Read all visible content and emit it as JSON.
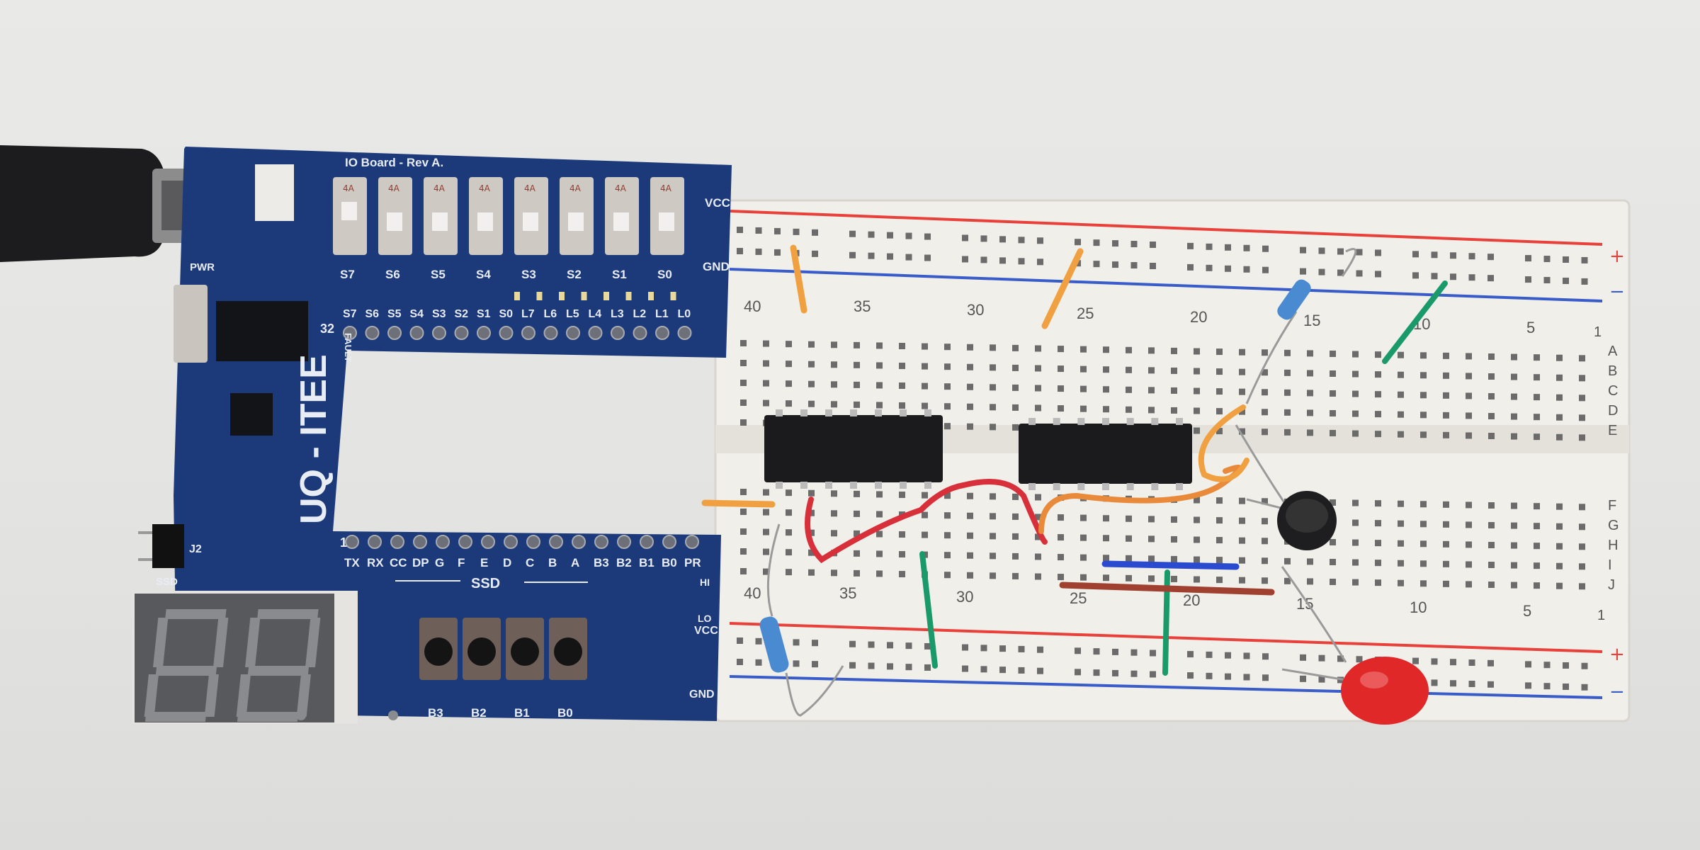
{
  "io_board": {
    "title": "IO Board - Rev A.",
    "brand": "UQ - ITEE",
    "switch_marking": "4A",
    "switch_labels": [
      "S7",
      "S6",
      "S5",
      "S4",
      "S3",
      "S2",
      "S1",
      "S0"
    ],
    "header_top": [
      "S7",
      "S6",
      "S5",
      "S4",
      "S3",
      "S2",
      "S1",
      "S0",
      "L7",
      "L6",
      "L5",
      "L4",
      "L3",
      "L2",
      "L1",
      "L0"
    ],
    "header_bottom": [
      "TX",
      "RX",
      "CC",
      "DP",
      "G",
      "F",
      "E",
      "D",
      "C",
      "B",
      "A",
      "B3",
      "B2",
      "B1",
      "B0",
      "PR"
    ],
    "button_labels": [
      "B3",
      "B2",
      "B1",
      "B0"
    ],
    "pwr_label": "PWR",
    "vcc_label": "VCC",
    "gnd_label": "GND",
    "pin_32": "32",
    "pin_1": "1",
    "j2_label": "J2",
    "ssd_label": "SSD",
    "fault_label": "FAULT",
    "hi_label": "HI",
    "lo_label": "LO"
  },
  "breadboard": {
    "column_numbers": [
      "40",
      "35",
      "30",
      "25",
      "20",
      "15",
      "10",
      "5",
      "1"
    ],
    "rows_top": [
      "A",
      "B",
      "C",
      "D",
      "E"
    ],
    "rows_bottom": [
      "F",
      "G",
      "H",
      "I",
      "J"
    ],
    "rail_plus": "+",
    "rail_minus": "−"
  },
  "colors": {
    "pcb": "#1c3a7a",
    "breadboard": "#f1efea",
    "rail_red": "#e8403a",
    "rail_blue": "#3a5cc8",
    "wire_orange": "#f0a040",
    "wire_red": "#d8303a",
    "wire_green": "#1a9a6a",
    "wire_blue": "#2a4ad0",
    "led_red": "#e02828"
  }
}
